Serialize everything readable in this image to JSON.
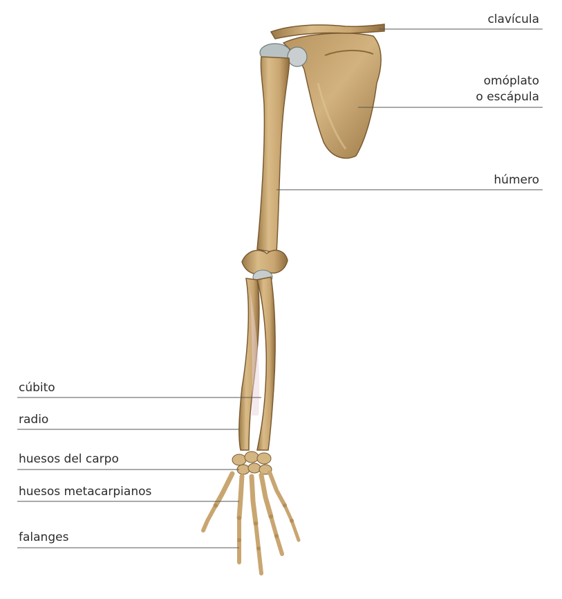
{
  "labels": {
    "clavicula": "clavícula",
    "omoplato_1": "omóplato",
    "omoplato_2": "o escápula",
    "humero": "húmero",
    "cubito": "cúbito",
    "radio": "radio",
    "carpo": "huesos del carpo",
    "metacarpianos": "huesos metacarpianos",
    "falanges": "falanges"
  },
  "colors": {
    "bone": "#cfae7a",
    "bone_shadow": "#a17f4c",
    "bone_dark": "#7a5a30",
    "cartilage": "#b9c2c3",
    "leader_line": "#555555",
    "text": "#2b2b2b"
  }
}
